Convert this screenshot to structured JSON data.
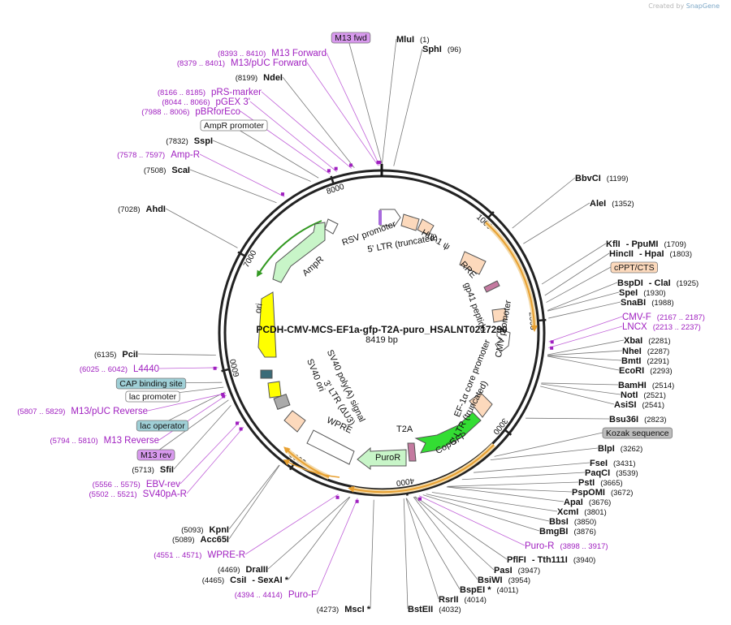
{
  "watermark": {
    "prefix": "Created by",
    "brand": "SnapGene"
  },
  "plasmid": {
    "name": "PCDH-CMV-MCS-EF1a-gfp-T2A-puro_HSALNT0217290",
    "length_label": "8419 bp",
    "length": 8419
  },
  "ticks": [
    "1000",
    "2000",
    "3000",
    "4000",
    "5000",
    "6000",
    "7000",
    "8000"
  ],
  "colors": {
    "enzyme": "#111111",
    "primer": "#a020c0",
    "line": "#666666",
    "backbone": "#222222"
  },
  "labels": [
    {
      "kind": "box",
      "fill": "#d899ee",
      "text": "M13 fwd",
      "bp": 8424
    },
    {
      "kind": "enzyme",
      "name": "MluI",
      "pos": "(1)",
      "bp": 1
    },
    {
      "kind": "enzyme",
      "name": "SphI",
      "pos": "(96)",
      "bp": 96
    },
    {
      "kind": "primer",
      "range": "(8393 .. 8410)",
      "name": "M13 Forward",
      "bp": 8401
    },
    {
      "kind": "primer",
      "range": "(8379 .. 8401)",
      "name": "M13/pUC Forward",
      "bp": 8390
    },
    {
      "kind": "enzyme",
      "name": "NdeI",
      "pos": "(8199)",
      "bp": 8199
    },
    {
      "kind": "primer",
      "range": "(8166 .. 8185)",
      "name": "pRS-marker",
      "bp": 8175
    },
    {
      "kind": "primer",
      "range": "(8044 .. 8066)",
      "name": "pGEX 3'",
      "bp": 8055
    },
    {
      "kind": "primer",
      "range": "(7988 .. 8006)",
      "name": "pBRforEco",
      "bp": 7997
    },
    {
      "kind": "box",
      "fill": "#ffffff",
      "text": "AmpR promoter",
      "bp": 7900
    },
    {
      "kind": "enzyme",
      "name": "SspI",
      "pos": "(7832)",
      "bp": 7832
    },
    {
      "kind": "primer",
      "range": "(7578 .. 7597)",
      "name": "Amp-R",
      "bp": 7588
    },
    {
      "kind": "enzyme",
      "name": "ScaI",
      "pos": "(7508)",
      "bp": 7508
    },
    {
      "kind": "enzyme",
      "name": "AhdI",
      "pos": "(7028)",
      "bp": 7028
    },
    {
      "kind": "enzyme",
      "name": "BbvCI",
      "pos": "(1199)",
      "bp": 1199
    },
    {
      "kind": "enzyme",
      "name": "AleI",
      "pos": "(1352)",
      "bp": 1352
    },
    {
      "kind": "enzyme",
      "name": "KflI",
      "name2": "PpuMI",
      "pos": "(1709)",
      "bp": 1709
    },
    {
      "kind": "enzyme",
      "name": "HincII",
      "name2": "HpaI",
      "pos": "(1803)",
      "bp": 1803
    },
    {
      "kind": "box",
      "fill": "#fcd9bc",
      "text": "cPPT/CTS",
      "bp": 1860
    },
    {
      "kind": "enzyme",
      "name": "BspDI",
      "name2": "ClaI",
      "pos": "(1925)",
      "bp": 1925
    },
    {
      "kind": "enzyme",
      "name": "SpeI",
      "pos": "(1930)",
      "bp": 1930
    },
    {
      "kind": "enzyme",
      "name": "SnaBI",
      "pos": "(1988)",
      "bp": 1988
    },
    {
      "kind": "primer",
      "name": "CMV-F",
      "range": "(2167 .. 2187)",
      "bp": 2177
    },
    {
      "kind": "primer",
      "name": "LNCX",
      "range": "(2213 .. 2237)",
      "bp": 2225
    },
    {
      "kind": "enzyme",
      "name": "XbaI",
      "pos": "(2281)",
      "bp": 2281
    },
    {
      "kind": "enzyme",
      "name": "NheI",
      "pos": "(2287)",
      "bp": 2287
    },
    {
      "kind": "enzyme",
      "name": "BmtI",
      "pos": "(2291)",
      "bp": 2291
    },
    {
      "kind": "enzyme",
      "name": "EcoRI",
      "pos": "(2293)",
      "bp": 2293
    },
    {
      "kind": "enzyme",
      "name": "BamHI",
      "pos": "(2514)",
      "bp": 2514
    },
    {
      "kind": "enzyme",
      "name": "NotI",
      "pos": "(2521)",
      "bp": 2521
    },
    {
      "kind": "enzyme",
      "name": "AsiSI",
      "pos": "(2541)",
      "bp": 2541
    },
    {
      "kind": "enzyme",
      "name": "Bsu36I",
      "pos": "(2823)",
      "bp": 2823
    },
    {
      "kind": "box",
      "fill": "#bdbdbd",
      "text": "Kozak sequence",
      "bp": 3220
    },
    {
      "kind": "enzyme",
      "name": "BlpI",
      "pos": "(3262)",
      "bp": 3262
    },
    {
      "kind": "enzyme",
      "name": "FseI",
      "pos": "(3431)",
      "bp": 3431
    },
    {
      "kind": "enzyme",
      "name": "PaqCI",
      "pos": "(3539)",
      "bp": 3539
    },
    {
      "kind": "enzyme",
      "name": "PstI",
      "pos": "(3665)",
      "bp": 3665
    },
    {
      "kind": "enzyme",
      "name": "PspOMI",
      "pos": "(3672)",
      "bp": 3672
    },
    {
      "kind": "enzyme",
      "name": "ApaI",
      "pos": "(3676)",
      "bp": 3676
    },
    {
      "kind": "enzyme",
      "name": "XcmI",
      "pos": "(3801)",
      "bp": 3801
    },
    {
      "kind": "enzyme",
      "name": "BbsI",
      "pos": "(3850)",
      "bp": 3850
    },
    {
      "kind": "enzyme",
      "name": "BmgBI",
      "pos": "(3876)",
      "bp": 3876
    },
    {
      "kind": "primer",
      "name": "Puro-R",
      "range": "(3898 .. 3917)",
      "bp": 3907
    },
    {
      "kind": "enzyme",
      "name": "PflFI",
      "name2": "Tth111I",
      "pos": "(3940)",
      "bp": 3940
    },
    {
      "kind": "enzyme",
      "name": "PasI",
      "pos": "(3947)",
      "bp": 3947
    },
    {
      "kind": "enzyme",
      "name": "BsiWI",
      "pos": "(3954)",
      "bp": 3954
    },
    {
      "kind": "enzyme",
      "name": "BspEI *",
      "pos": "(4011)",
      "bp": 4011
    },
    {
      "kind": "enzyme",
      "name": "RsrII",
      "pos": "(4014)",
      "bp": 4014
    },
    {
      "kind": "enzyme",
      "name": "BstEII",
      "pos": "(4032)",
      "bp": 4032
    },
    {
      "kind": "enzyme",
      "name": "MscI *",
      "pos": "(4273)",
      "bp": 4273
    },
    {
      "kind": "primer",
      "range": "(4394 .. 4414)",
      "name": "Puro-F",
      "bp": 4404
    },
    {
      "kind": "enzyme",
      "pos": "(4465)",
      "name": "CsiI",
      "name2": "SexAI *",
      "bp": 4465
    },
    {
      "kind": "enzyme",
      "pos": "(4469)",
      "name": "DraIII",
      "bp": 4469
    },
    {
      "kind": "primer",
      "range": "(4551 .. 4571)",
      "name": "WPRE-R",
      "bp": 4561
    },
    {
      "kind": "enzyme",
      "pos": "(5089)",
      "name": "Acc65I",
      "bp": 5089
    },
    {
      "kind": "enzyme",
      "pos": "(5093)",
      "name": "KpnI",
      "bp": 5093
    },
    {
      "kind": "primer",
      "range": "(5502 .. 5521)",
      "name": "SV40pA-R",
      "bp": 5511
    },
    {
      "kind": "primer",
      "range": "(5556 .. 5575)",
      "name": "EBV-rev",
      "bp": 5565
    },
    {
      "kind": "enzyme",
      "pos": "(5713)",
      "name": "SfiI",
      "bp": 5713
    },
    {
      "kind": "box",
      "fill": "#d899ee",
      "text": "M13 rev",
      "bp": 5760
    },
    {
      "kind": "primer",
      "range": "(5794 .. 5810)",
      "name": "M13 Reverse",
      "bp": 5802
    },
    {
      "kind": "box",
      "fill": "#9fcfd6",
      "text": "lac operator",
      "bp": 5830
    },
    {
      "kind": "primer",
      "range": "(5807 .. 5829)",
      "name": "M13/pUC Reverse",
      "bp": 5818
    },
    {
      "kind": "box",
      "fill": "#ffffff",
      "text": "lac promoter",
      "bp": 5870
    },
    {
      "kind": "box",
      "fill": "#9fcfd6",
      "text": "CAP binding site",
      "bp": 5910
    },
    {
      "kind": "primer",
      "range": "(6025 .. 6042)",
      "name": "L4440",
      "bp": 6033
    },
    {
      "kind": "enzyme",
      "pos": "(6135)",
      "name": "PciI",
      "bp": 6135
    }
  ],
  "features": [
    {
      "label": "RSV promoter",
      "start": 8150,
      "end": 8419,
      "color": "#ffffff"
    },
    {
      "label": "5' LTR (truncated)",
      "start": 0,
      "end": 180,
      "color": "#ffffff"
    },
    {
      "label": "HIV-1 ψ",
      "start": 230,
      "end": 360,
      "color": "#fcd9bc"
    },
    {
      "label": "RRE",
      "start": 820,
      "end": 1050,
      "color": "#fcd9bc"
    },
    {
      "label": "gp41 peptide",
      "start": 1180,
      "end": 1250,
      "color": "#c47aa0"
    },
    {
      "label": "cPPT/CTS",
      "start": 1760,
      "end": 1880,
      "color": "#fcd9bc"
    },
    {
      "label": "CMV promoter",
      "start": 1950,
      "end": 2160,
      "color": "#ffffff"
    },
    {
      "label": "EF-1α core promoter",
      "start": 2560,
      "end": 2790,
      "color": "#fcd9bc"
    },
    {
      "label": "CopGFP",
      "start": 2880,
      "end": 3560,
      "color": "#33dd33"
    },
    {
      "label": "T2A",
      "start": 3570,
      "end": 3630,
      "color": "#c47aa0"
    },
    {
      "label": "PuroR",
      "start": 3640,
      "end": 4240,
      "color": "#c8f5c8"
    },
    {
      "label": "WPRE",
      "start": 4290,
      "end": 4880,
      "color": "#ffffff"
    },
    {
      "label": "3' LTR (ΔU3)",
      "start": 4960,
      "end": 5190,
      "color": "#fcd9bc"
    },
    {
      "label": "SV40 poly(A) signal",
      "start": 5240,
      "end": 5360,
      "color": "#aaaaaa"
    },
    {
      "label": "SV40 ori",
      "start": 5440,
      "end": 5580,
      "color": "#ffff00"
    },
    {
      "label": "ori",
      "start": 6245,
      "end": 6830,
      "color": "#ffff00"
    },
    {
      "label": "AmpR",
      "start": 6930,
      "end": 7790,
      "color": "#c8f5c8"
    }
  ]
}
